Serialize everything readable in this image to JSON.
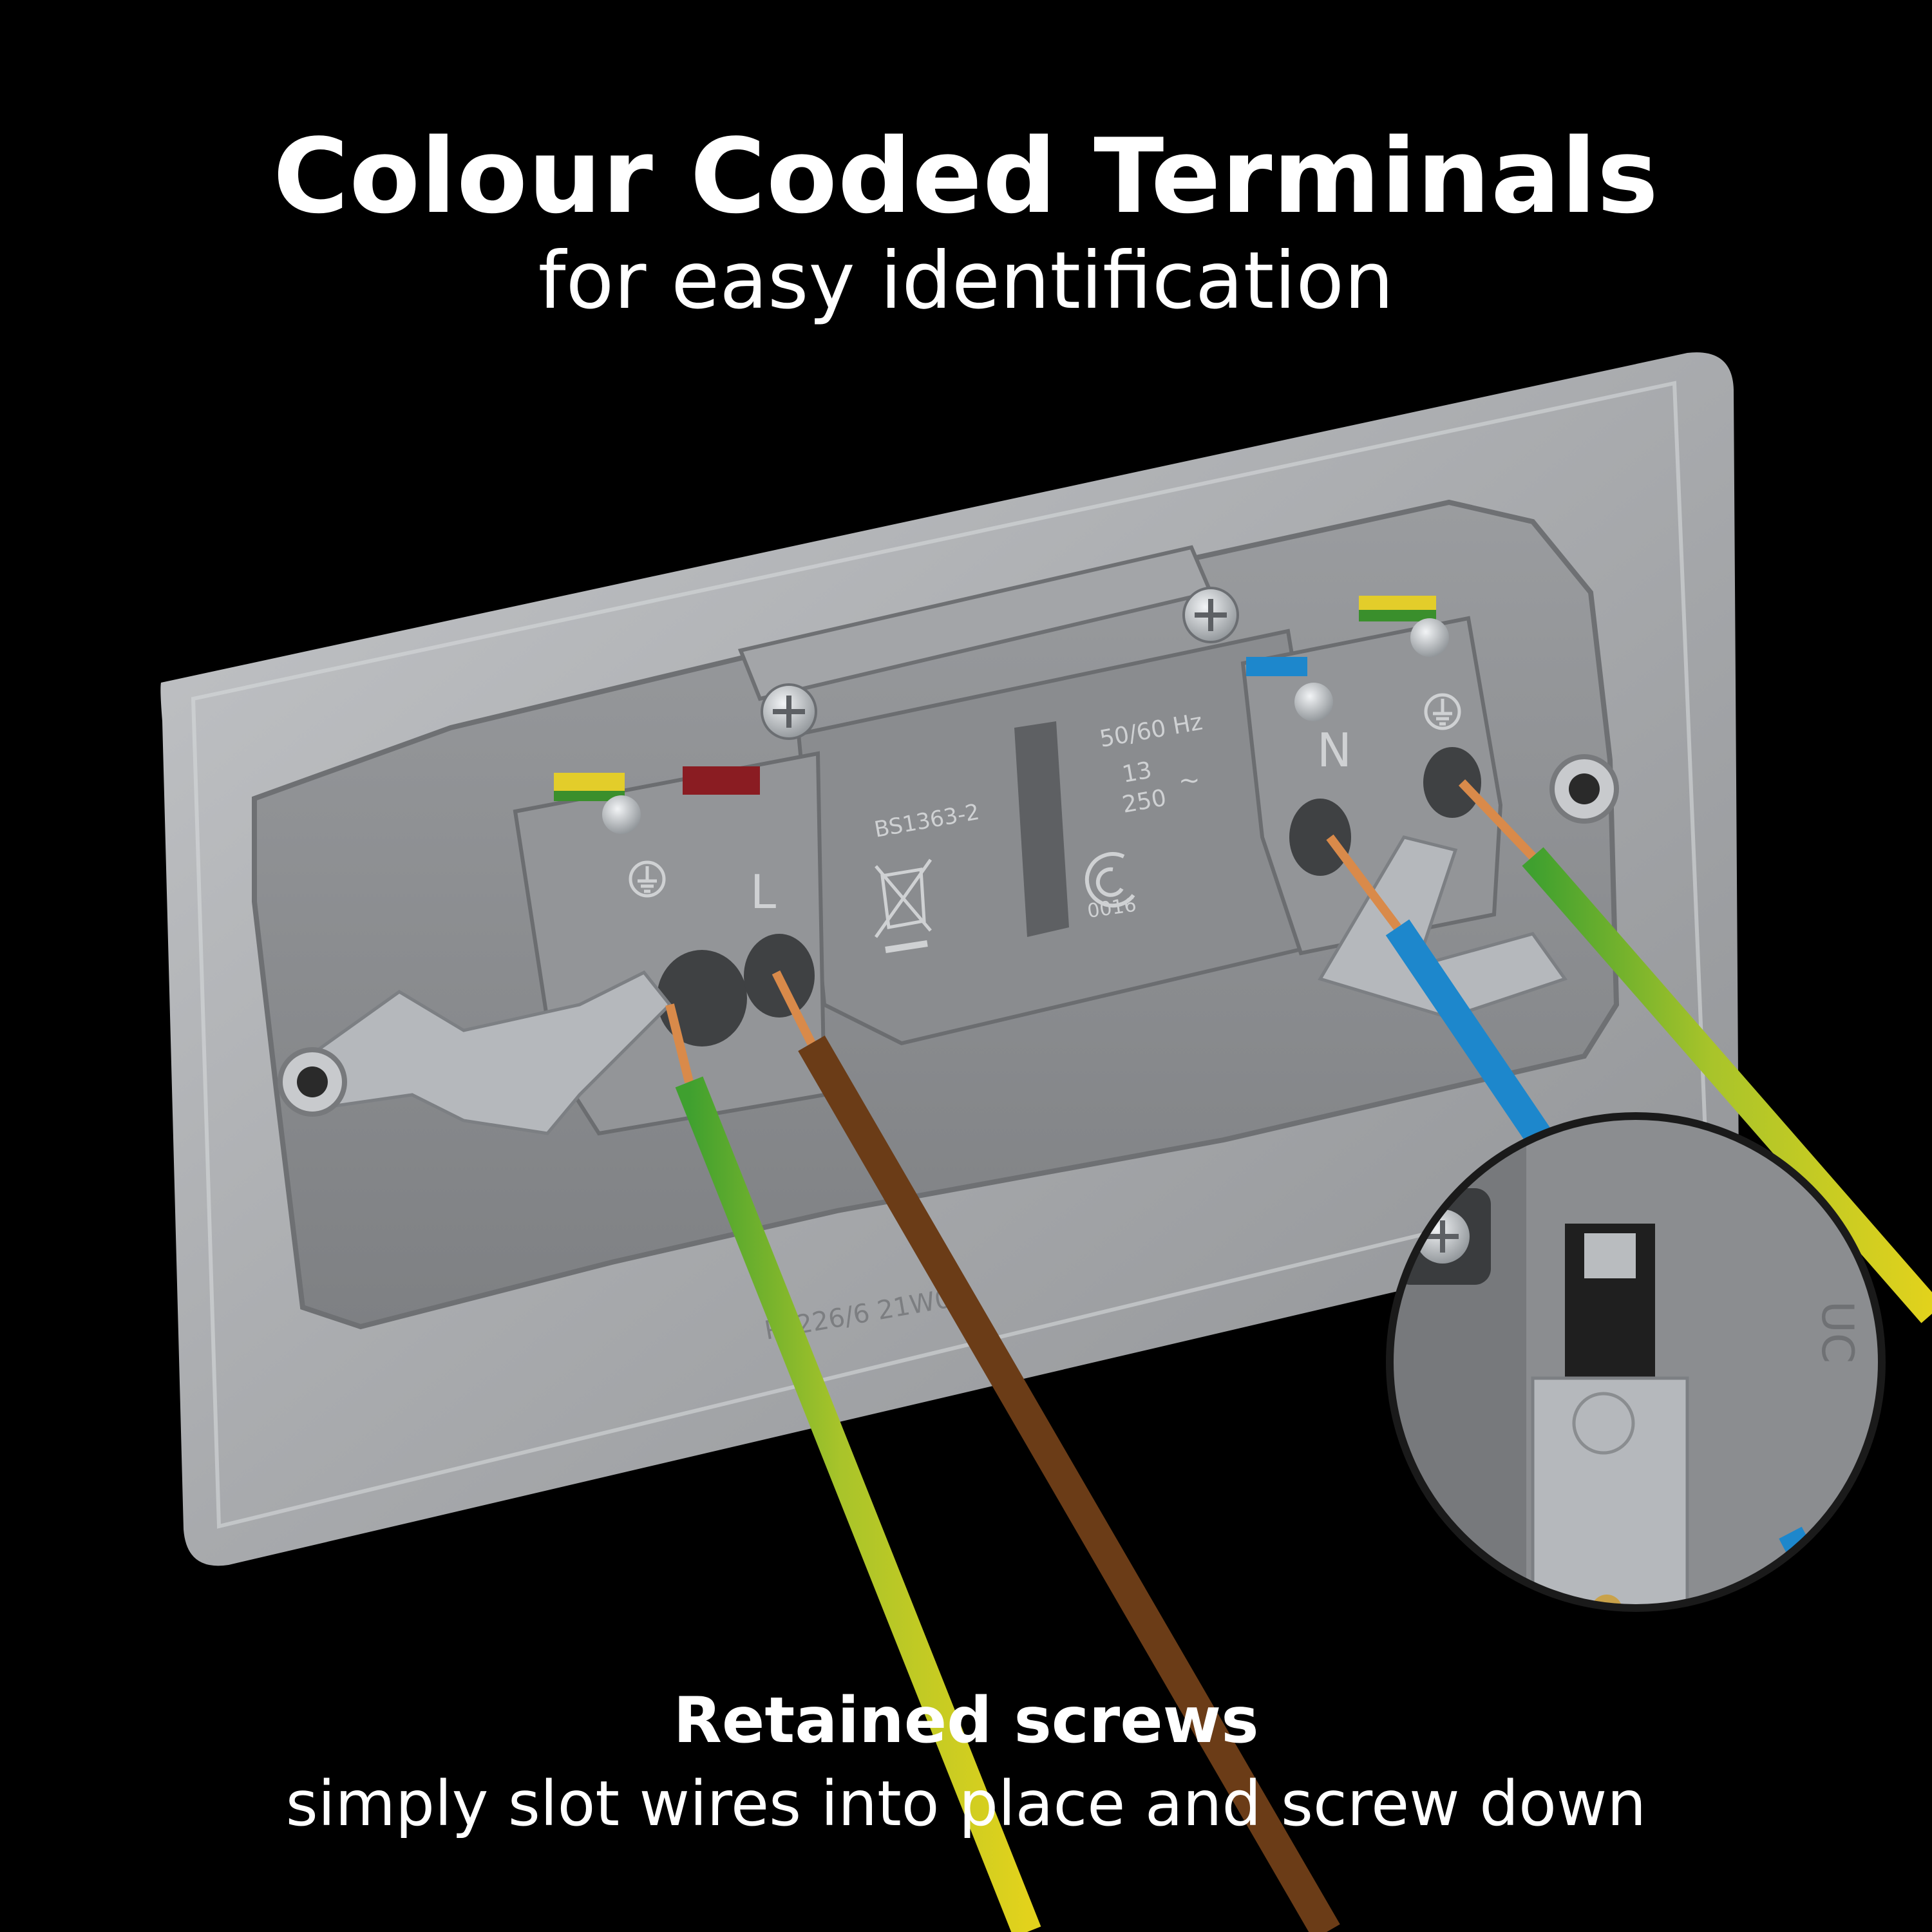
{
  "headline": "Colour Coded Terminals",
  "subheadline": "for easy identification",
  "bottom": {
    "title": "Retained screws",
    "subtitle": "simply slot wires into place and screw down"
  },
  "markings": {
    "standard": "BS1363-2",
    "frequency": "50/60 Hz",
    "current": "13",
    "voltage": "250",
    "ac_symbol": "~",
    "cert_code": "0016",
    "neutral_label": "N",
    "live_label": "L",
    "mould_code": "PS226/6  21W03",
    "inset_mark": "UC"
  },
  "colors": {
    "background": "#000000",
    "plate": "#a9abae",
    "housing": "#8f9194",
    "live_wire": "#6b3c17",
    "neutral_wire": "#1d87cc",
    "earth_green": "#3fa02f",
    "earth_yellow": "#e2d21c",
    "copper": "#d98a4a"
  },
  "icons": [
    "earth-symbol-icon",
    "weee-bin-icon",
    "certification-mark-icon",
    "screw-icon"
  ]
}
